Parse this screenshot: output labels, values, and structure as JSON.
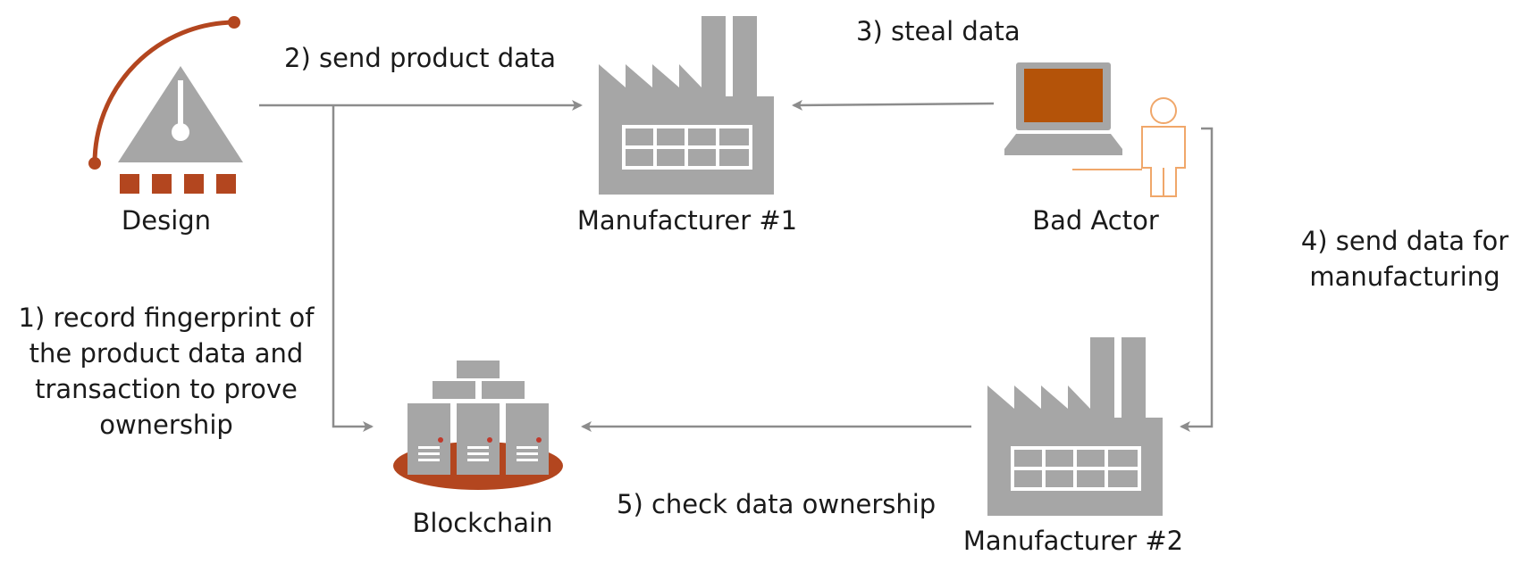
{
  "nodes": {
    "design": {
      "label": "Design",
      "icon": "design-document-icon"
    },
    "manufacturer1": {
      "label": "Manufacturer #1",
      "icon": "factory-icon"
    },
    "bad_actor": {
      "label": "Bad Actor",
      "icon": "laptop-person-icon"
    },
    "blockchain": {
      "label": "Blockchain",
      "icon": "server-stack-icon"
    },
    "manufacturer2": {
      "label": "Manufacturer #2",
      "icon": "factory-icon"
    }
  },
  "steps": {
    "step1": [
      "1) record fingerprint of",
      "the product data and",
      "transaction to prove",
      "ownership"
    ],
    "step2": "2) send product data",
    "step3": "3) steal data",
    "step4": [
      "4) send data for",
      "manufacturing"
    ],
    "step5": "5) check data ownership"
  },
  "colors": {
    "accent": "#b3461f",
    "icon_gray": "#a6a6a6",
    "arrow": "#8c8c8c",
    "person": "#f0a76a",
    "screen": "#b45309"
  }
}
